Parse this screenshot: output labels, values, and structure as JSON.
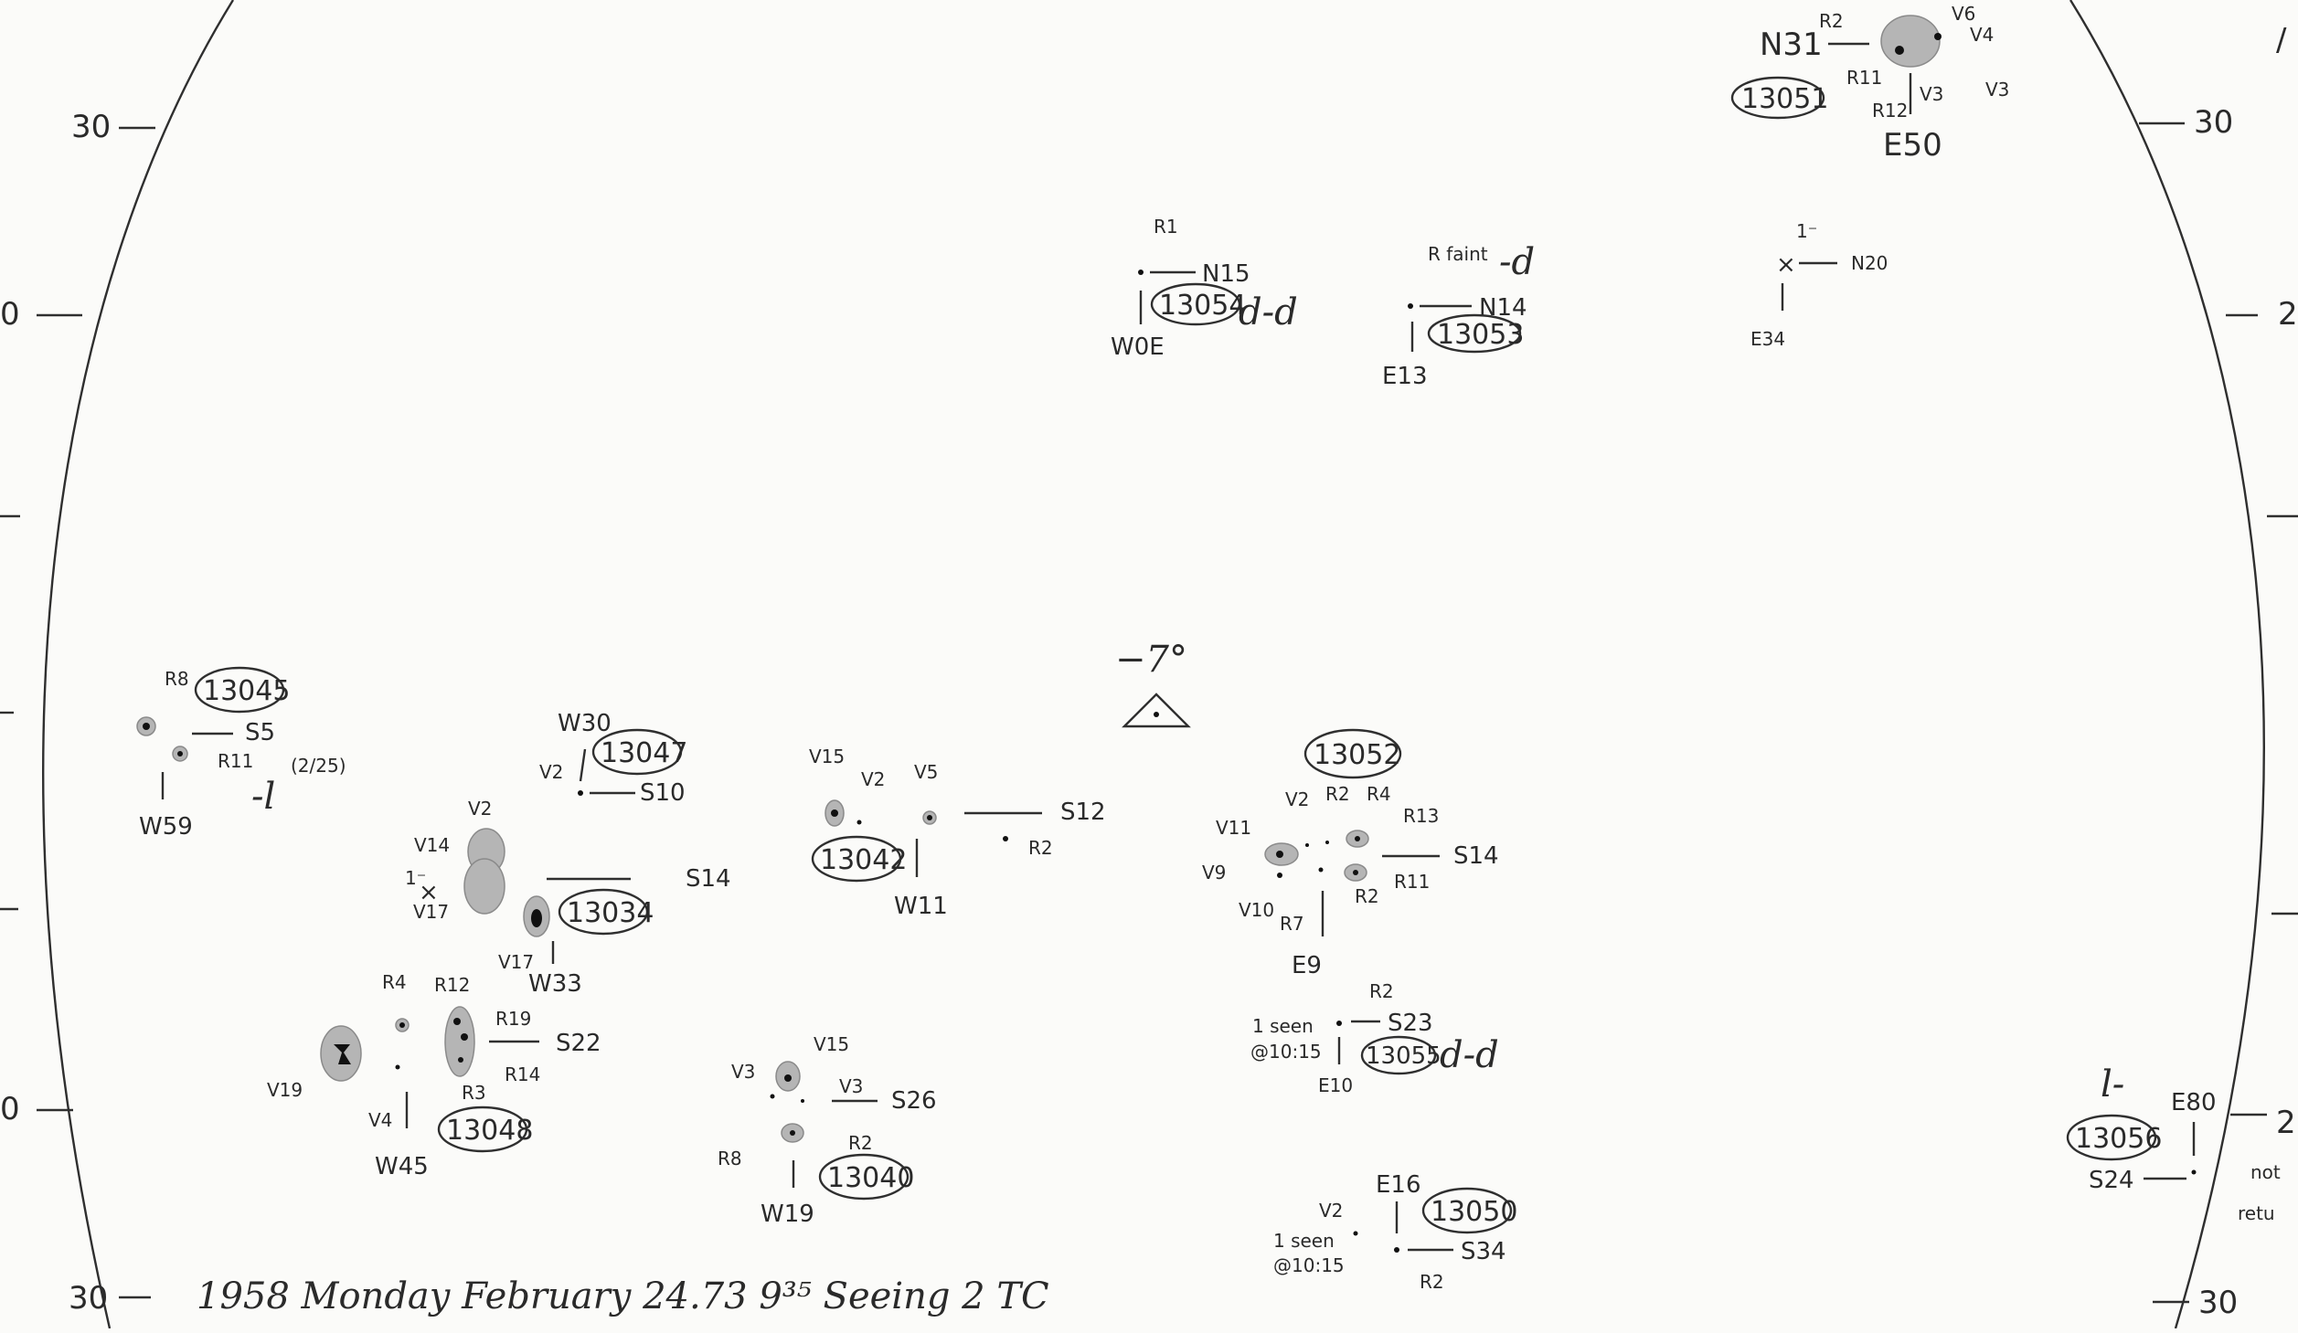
{
  "scale": {
    "top_left": "30",
    "top_right": "30",
    "bottom_left": "30",
    "bottom_right": "30",
    "left_mid": "0",
    "right_mid": "2",
    "left_low": "0",
    "right_low": "2"
  },
  "footer": "1958 Monday February 24.73 9³⁵ Seeing 2 TC",
  "center_mark": "−7°",
  "regions": {
    "r13051": {
      "number": "13051",
      "lat": "N31",
      "lon": "E50",
      "labels": [
        "R2",
        "V6",
        "V4",
        "R11",
        "R12",
        "V3",
        "V3"
      ]
    },
    "r13054": {
      "number": "13054",
      "lat": "N15",
      "lon": "W0E",
      "labels": [
        "R1"
      ],
      "note": "d-d"
    },
    "r13053": {
      "number": "13053",
      "lat": "N14",
      "lon": "E13",
      "labels": [
        "R faint"
      ],
      "note": "-d"
    },
    "xmark": {
      "lat": "N20",
      "lon": "E34",
      "mark": "1⁻"
    },
    "r13045": {
      "number": "13045",
      "lat": "S5",
      "lon": "W59",
      "labels": [
        "R8",
        "R11"
      ],
      "note": "-l",
      "note2": "(2/25)"
    },
    "r13047": {
      "number": "13047",
      "lat": "S10",
      "lon": "W30",
      "labels": [
        "V2"
      ]
    },
    "r13034": {
      "number": "13034",
      "lat": "S14",
      "lon": "W33",
      "labels": [
        "V2",
        "V14",
        "V17",
        "V17",
        "1⁻"
      ]
    },
    "r13042": {
      "number": "13042",
      "lat": "S12",
      "lon": "W11",
      "labels": [
        "V15",
        "V2",
        "V5",
        "R2"
      ]
    },
    "r13052": {
      "number": "13052",
      "lat": "S14",
      "lon": "E9",
      "labels": [
        "V11",
        "V2",
        "R2",
        "R4",
        "R13",
        "V9",
        "V10",
        "R7",
        "R2",
        "R11"
      ]
    },
    "r13048": {
      "number": "13048",
      "lat": "S22",
      "lon": "W45",
      "labels": [
        "R4",
        "R12",
        "R19",
        "R14",
        "R3",
        "V19",
        "V4"
      ]
    },
    "r13040": {
      "number": "13040",
      "lat": "S26",
      "lon": "W19",
      "labels": [
        "V3",
        "V15",
        "V3",
        "R2",
        "R8"
      ]
    },
    "r13055": {
      "number": "13055",
      "lat": "S23",
      "lon": "E10",
      "labels": [
        "R2",
        "1 seen",
        "@10:15"
      ],
      "note": "d-d"
    },
    "r13050": {
      "number": "13050",
      "lat": "S34",
      "lon": "E16",
      "labels": [
        "V2",
        "R2",
        "1 seen",
        "@10:15"
      ]
    },
    "r13056": {
      "number": "13056",
      "lat": "S24",
      "lon": "E80",
      "note": "l-",
      "side": [
        "not",
        "retu"
      ]
    }
  }
}
